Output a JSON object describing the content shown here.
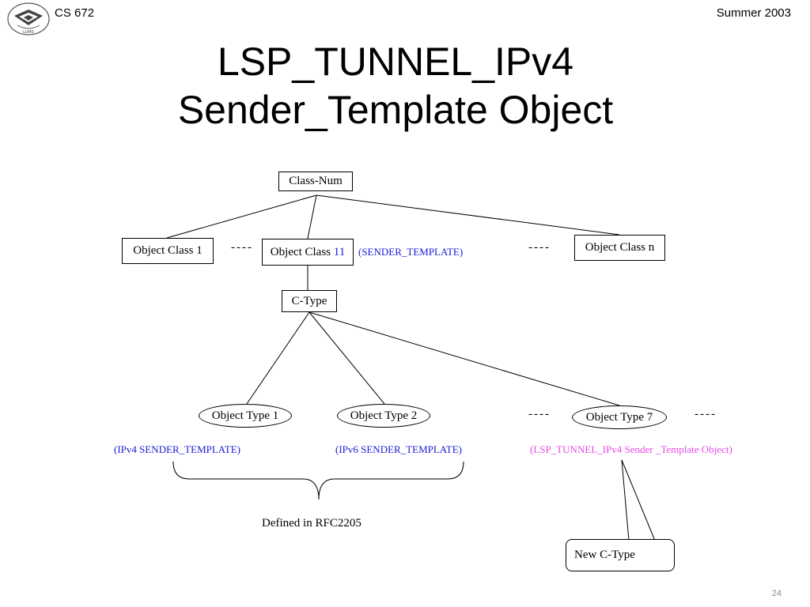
{
  "header": {
    "course": "CS 672",
    "term": "Summer 2003",
    "logo_text": "LUMS"
  },
  "title": {
    "line1": "LSP_TUNNEL_IPv4",
    "line2": "Sender_Template Object"
  },
  "diagram": {
    "root": "Class-Num",
    "object_class_1": "Object Class 1",
    "object_class_11_prefix": "Object Class",
    "object_class_11_number": "11",
    "object_class_11_note": "(SENDER_TEMPLATE)",
    "object_class_n": "Object Class n",
    "ellipsis": "----",
    "ctype": "C-Type",
    "object_type_1": "Object Type 1",
    "object_type_2": "Object Type 2",
    "object_type_7": "Object Type 7",
    "note_type_1": "(IPv4 SENDER_TEMPLATE)",
    "note_type_2": "(IPv6 SENDER_TEMPLATE)",
    "note_type_7": "(LSP_TUNNEL_IPv4 Sender _Template Object)",
    "defined_in": "Defined in RFC2205",
    "callout": "New C-Type"
  },
  "colors": {
    "blue": "#1a1ad6",
    "magenta": "#e84ae8"
  },
  "page_number": "24"
}
